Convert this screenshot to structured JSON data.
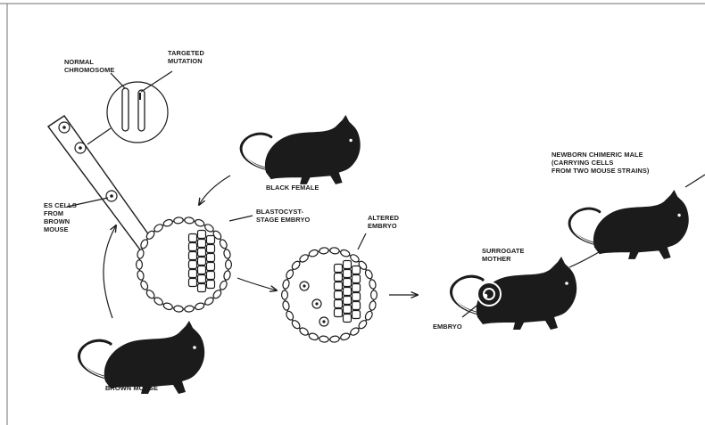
{
  "labels": {
    "normal_chromosome": [
      "NORMAL",
      "CHROMOSOME"
    ],
    "targeted_mutation": [
      "TARGETED",
      "MUTATION"
    ],
    "es_cells": [
      "ES CELLS",
      "FROM",
      "BROWN",
      "MOUSE"
    ],
    "black_female": "BLACK FEMALE",
    "blastocyst": [
      "BLASTOCYST-",
      "STAGE EMBRYO"
    ],
    "altered_embryo": [
      "ALTERED",
      "EMBRYO"
    ],
    "surrogate_mother": [
      "SURROGATE",
      "MOTHER"
    ],
    "embryo": "EMBRYO",
    "newborn": [
      "NEWBORN CHIMERIC MALE",
      "(CARRYING CELLS",
      "FROM TWO MOUSE STRAINS)"
    ],
    "brown_mouse": "BROWN MOUSE"
  },
  "colors": {
    "ink": "#1b1b1b",
    "paper": "#ffffff"
  }
}
